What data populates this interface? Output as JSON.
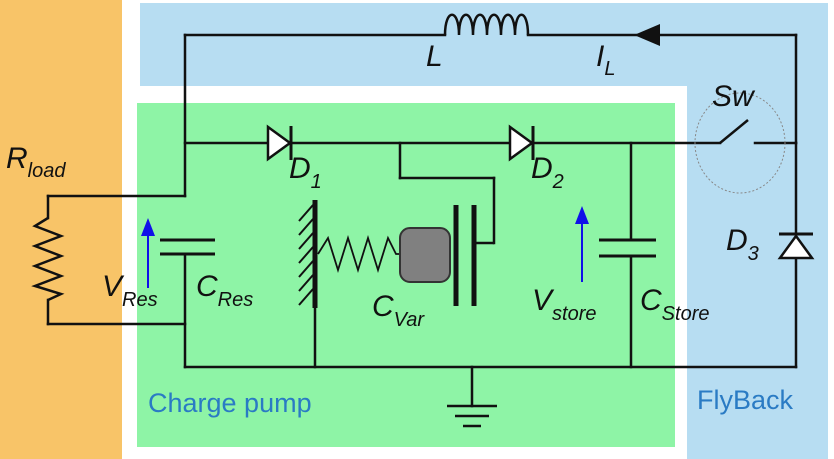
{
  "colors": {
    "load_region": "#F8C468",
    "flyback_region": "#B7DDF2",
    "charge_pump_region": "#8EF4A6",
    "wire": "#111111",
    "voltage_arrow": "#1010E8",
    "region_text": "#2A7BC4",
    "capacitor_mass": "#808080"
  },
  "regions": {
    "charge_pump": "Charge pump",
    "flyback": "FlyBack"
  },
  "components": {
    "r_load": {
      "main": "R",
      "sub": "load"
    },
    "inductor": {
      "main": "L"
    },
    "inductor_current": {
      "main": "I",
      "sub": "L"
    },
    "switch": {
      "main": "Sw"
    },
    "d1": {
      "main": "D",
      "sub": "1"
    },
    "d2": {
      "main": "D",
      "sub": "2"
    },
    "d3": {
      "main": "D",
      "sub": "3"
    },
    "c_res": {
      "main": "C",
      "sub": "Res"
    },
    "v_res": {
      "main": "V",
      "sub": "Res"
    },
    "c_var": {
      "main": "C",
      "sub": "Var"
    },
    "v_store": {
      "main": "V",
      "sub": "store"
    },
    "c_store": {
      "main": "C",
      "sub": "Store"
    }
  }
}
